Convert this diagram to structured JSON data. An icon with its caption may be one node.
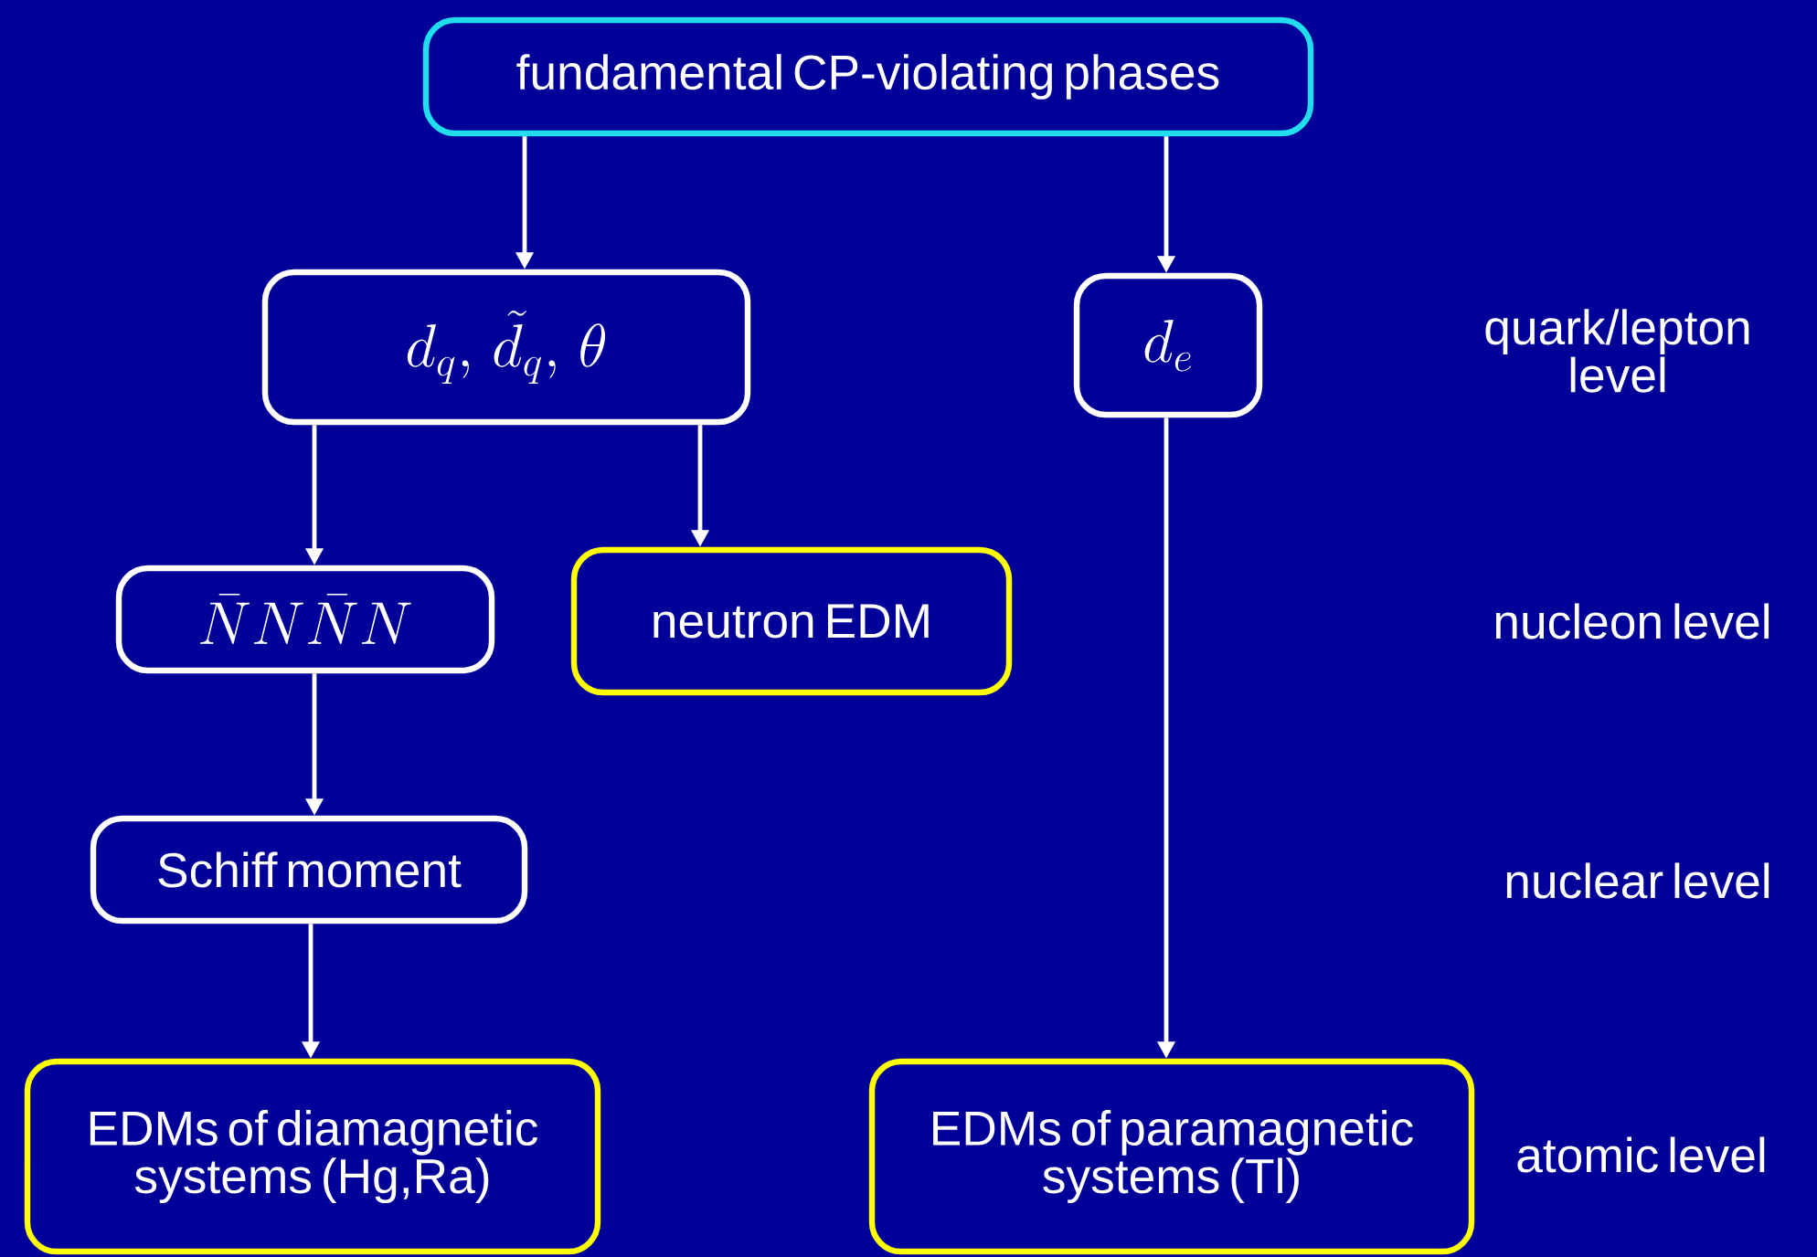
{
  "diagram": {
    "nodes": [
      {
        "text": [
          "fundamental CP-violating phases"
        ]
      },
      {
        "text": [
          "d_q,\\ \\tilde{d}_q,\\ \\theta"
        ]
      },
      {
        "text": [
          "d_e"
        ]
      },
      {
        "text": [
          "\\bar{N}N\\bar{N}N"
        ]
      },
      {
        "text": [
          "neutron EDM"
        ]
      },
      {
        "text": [
          "Schiff moment"
        ]
      },
      {
        "text": [
          "EDMs of diamagnetic systems  (Hg,Ra)"
        ]
      },
      {
        "text": [
          "EDMs of paramagnetic systems  (Tl)"
        ]
      }
    ],
    "edges": [
      {
        "from": 0,
        "to": 1,
        "arrow": "to"
      },
      {
        "from": 0,
        "to": 2,
        "arrow": "to"
      },
      {
        "from": 1,
        "to": 3,
        "arrow": "to"
      },
      {
        "from": 1,
        "to": 4,
        "arrow": "to"
      },
      {
        "from": 3,
        "to": 5,
        "arrow": "to"
      },
      {
        "from": 5,
        "to": 6,
        "arrow": "to"
      },
      {
        "from": 2,
        "to": 7,
        "arrow": "to"
      }
    ],
    "labels": [
      "quark/lepton level",
      "nucleon level",
      "nuclear level",
      "atomic level"
    ]
  }
}
